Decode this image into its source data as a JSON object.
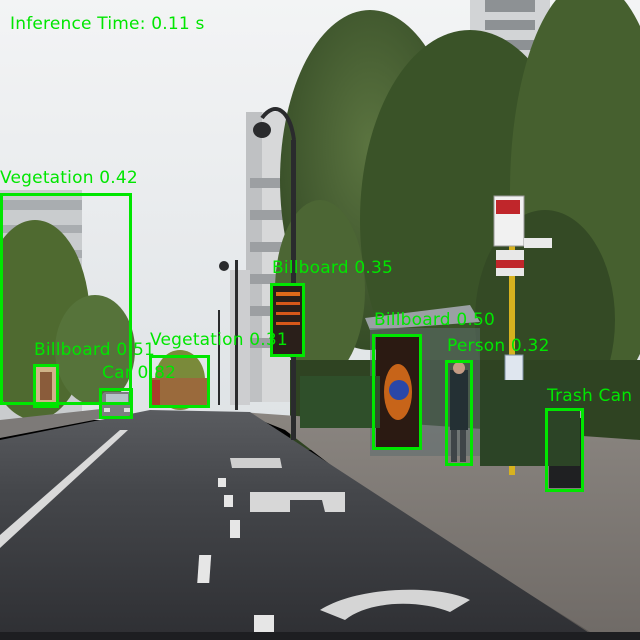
{
  "inference_time_text": "Inference Time: 0.11 s",
  "colors": {
    "detection": "#00e600",
    "sky": "#e9ecef",
    "road": "#3a3b3e",
    "sidewalk": "#8b8680",
    "foliage": "#3f5a2c"
  },
  "detections": [
    {
      "label": "Vegetation 0.42"
    },
    {
      "label": "Billboard 0.35"
    },
    {
      "label": "Billboard 0.50"
    },
    {
      "label": "Person 0.32"
    },
    {
      "label": "Trash Can"
    },
    {
      "label": "Billboard 0.51"
    },
    {
      "label": "Car 0.82"
    },
    {
      "label": "Vegetation 0.31"
    }
  ]
}
